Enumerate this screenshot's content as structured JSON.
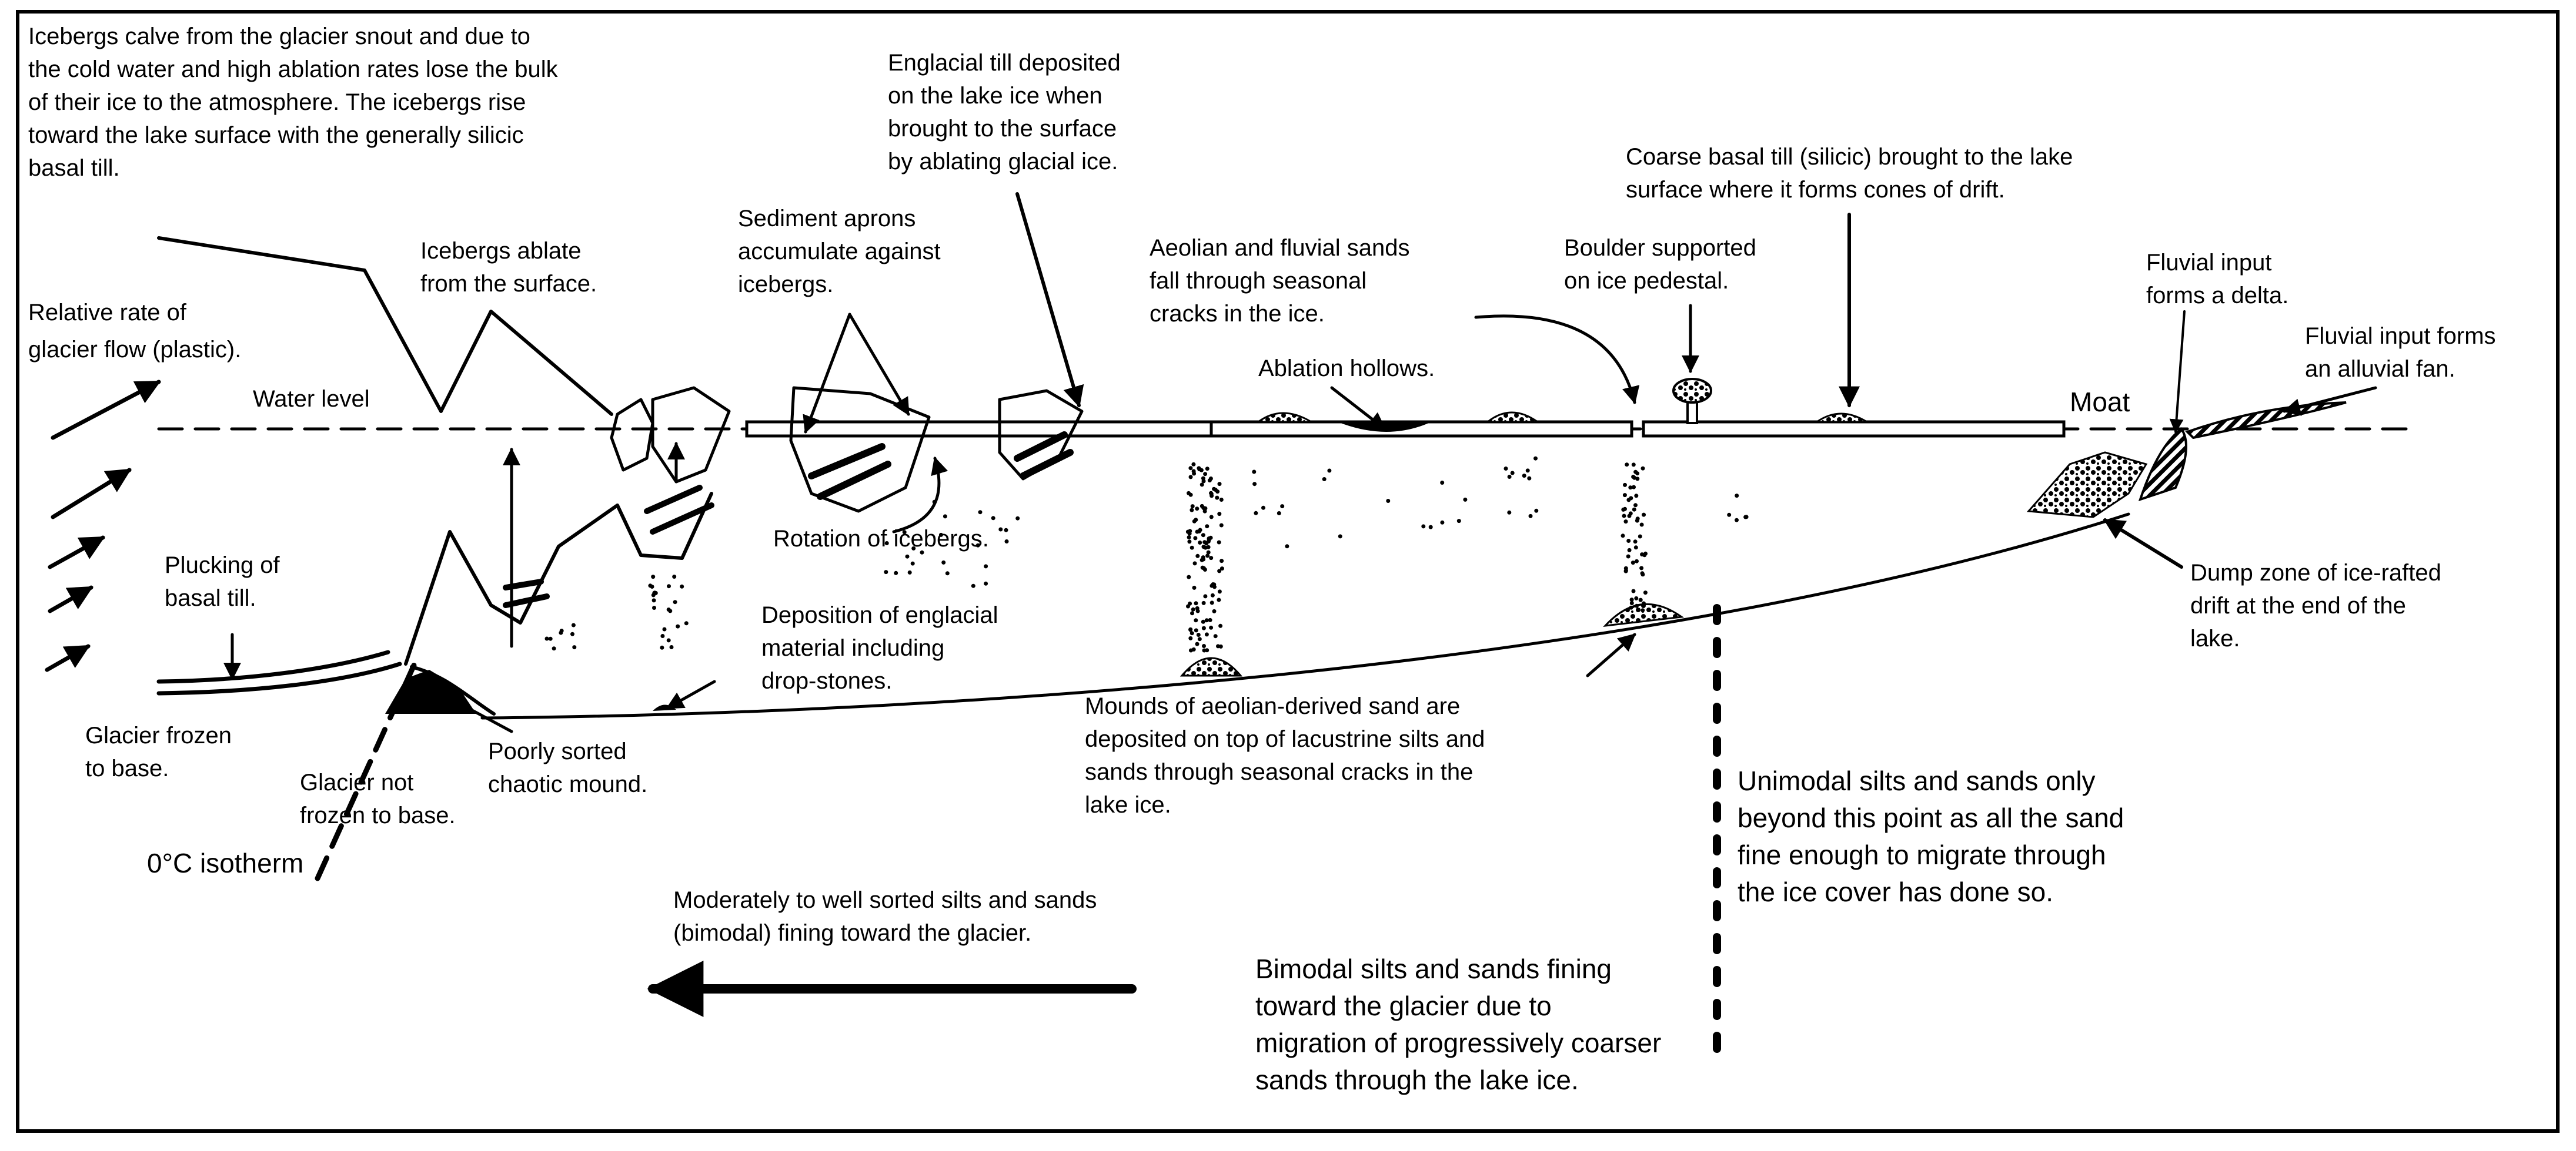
{
  "labels": {
    "calving": [
      "Icebergs calve from the glacier snout and due to",
      "the cold water and high ablation rates lose the bulk",
      "of their ice to the atmosphere. The icebergs rise",
      "toward the lake surface with the generally silicic",
      "basal till."
    ],
    "englacial_till": [
      "Englacial till deposited",
      "on the lake ice when",
      "brought to the surface",
      "by ablating glacial ice."
    ],
    "coarse_till": [
      "Coarse basal till (silicic) brought to the lake",
      "surface where it forms cones of drift."
    ],
    "sediment_aprons": [
      "Sediment aprons",
      "accumulate against",
      "icebergs."
    ],
    "icebergs_ablate": [
      "Icebergs  ablate",
      "from the surface."
    ],
    "aeolian_fluvial": [
      "Aeolian and fluvial sands",
      "fall through seasonal",
      "cracks in the ice."
    ],
    "boulder": [
      "Boulder supported",
      "on ice pedestal."
    ],
    "fluvial_delta": [
      "Fluvial input",
      "forms a delta."
    ],
    "fluvial_fan": [
      "Fluvial input forms",
      "an alluvial fan."
    ],
    "relative_rate": [
      "Relative  rate of",
      "glacier flow (plastic)."
    ],
    "water_level": "Water  level",
    "ablation_hollows": "Ablation hollows.",
    "moat": "Moat",
    "rotation": "Rotation of icebergs.",
    "plucking": [
      "Plucking of",
      "basal till."
    ],
    "deposition": [
      "Deposition of englacial",
      "material including",
      "drop-stones."
    ],
    "dump_zone": [
      "Dump zone of ice-rafted",
      "drift at the end of the",
      "lake."
    ],
    "mounds": [
      "Mounds of aeolian-derived sand are",
      "deposited on top of lacustrine silts and",
      "sands through seasonal cracks in the",
      "lake ice."
    ],
    "frozen": [
      "Glacier  frozen",
      "to base."
    ],
    "not_frozen": [
      "Glacier not",
      "frozen to base."
    ],
    "poorly_sorted": [
      "Poorly sorted",
      "chaotic mound."
    ],
    "isotherm": "0°C isotherm",
    "unimodal": [
      "Unimodal silts and sands only",
      "beyond this point as all the sand",
      "fine enough to migrate through",
      "the ice cover has done so."
    ],
    "moderately": [
      "Moderately to well sorted silts and sands",
      "(bimodal) fining toward the glacier."
    ],
    "bimodal": [
      "Bimodal silts and sands fining",
      "toward the glacier due to",
      "migration of progressively coarser",
      "sands through the lake ice."
    ]
  }
}
